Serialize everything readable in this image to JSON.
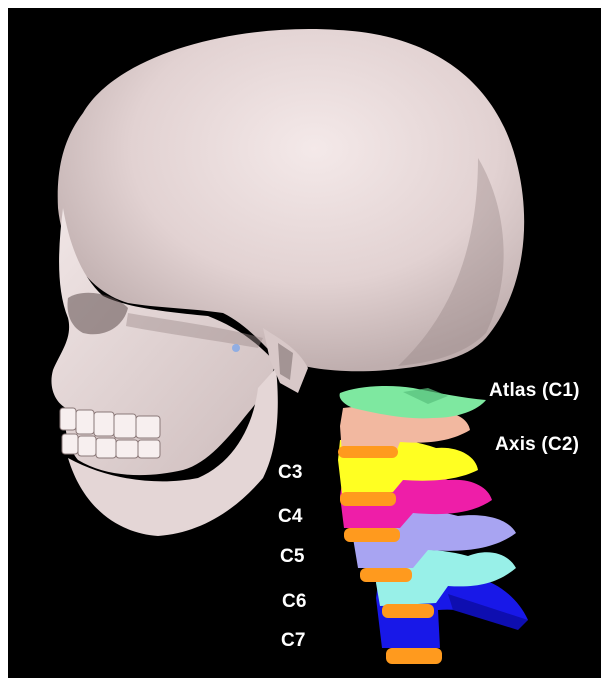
{
  "labels": {
    "atlas": "Atlas (C1)",
    "axis": "Axis (C2)",
    "c3": "C3",
    "c4": "C4",
    "c5": "C5",
    "c6": "C6",
    "c7": "C7"
  },
  "colors": {
    "background": "#000000",
    "skull": "#efe2e2",
    "atlas": "#7ee8a0",
    "axis": "#f2b8a0",
    "c3": "#ffff22",
    "c4": "#ee1ea8",
    "c5": "#a8a4f2",
    "c6": "#98f0e8",
    "c7": "#1818e8",
    "disc": "#ff9a1e"
  }
}
